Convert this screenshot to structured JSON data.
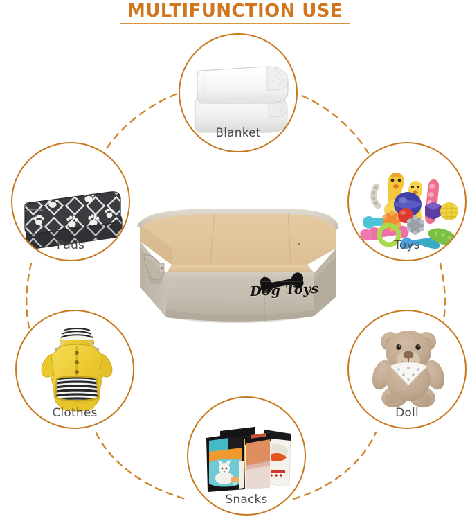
{
  "header": {
    "title": "MULTIFUNCTION USE",
    "accent_color": "#d0761f",
    "underline_color": "#d89340"
  },
  "theme": {
    "ring_color": "#c8791f",
    "dash_color": "#d2862c",
    "label_color": "#4a4a4a",
    "background": "#ffffff",
    "box_fabric": "#c9c2b4",
    "box_interior": "#e0c49b"
  },
  "product": {
    "name": "Dog Toys storage bin",
    "front_text": "Dog Toys",
    "emblem": "bone-icon",
    "handle": "side-handle"
  },
  "callouts": [
    {
      "id": "blanket",
      "label": "Blanket",
      "icon": "blanket-icon",
      "position": "top-center",
      "contents": "two folded white blankets"
    },
    {
      "id": "pads",
      "label": "Pads",
      "icon": "pads-icon",
      "position": "left-upper",
      "contents": "charcoal quatrefoil pet pads with paw prints"
    },
    {
      "id": "toys",
      "label": "Toys",
      "icon": "toys-icon",
      "position": "right-upper",
      "contents": "pile of colorful dog toys"
    },
    {
      "id": "clothes",
      "label": "Clothes",
      "icon": "clothes-icon",
      "position": "left-lower",
      "contents": "yellow hooded dog raincoat with striped lining"
    },
    {
      "id": "doll",
      "label": "Doll",
      "icon": "doll-icon",
      "position": "right-lower",
      "contents": "tan teddy bear with polka dot bandana"
    },
    {
      "id": "snacks",
      "label": "Snacks",
      "icon": "snacks-icon",
      "position": "bottom-center",
      "contents": "three pet food snack bags"
    }
  ]
}
